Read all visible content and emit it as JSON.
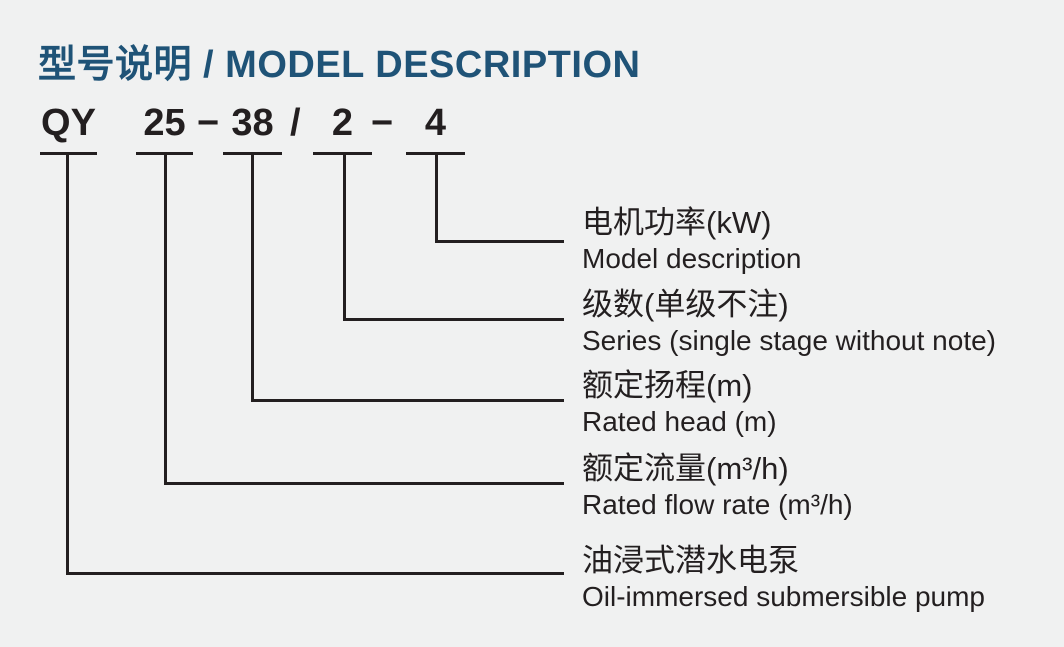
{
  "page": {
    "title": "型号说明 / MODEL DESCRIPTION"
  },
  "model_code": {
    "segments": [
      {
        "id": "pump-type",
        "text": "QY"
      },
      {
        "id": "flow-rate",
        "text": "25"
      },
      {
        "id": "rated-head",
        "text": "38"
      },
      {
        "id": "stages",
        "text": "2"
      },
      {
        "id": "power",
        "text": "4"
      }
    ],
    "separators": [
      "−",
      "/",
      "−"
    ]
  },
  "labels": [
    {
      "id": "motor-power",
      "zh": "电机功率(kW)",
      "en": "Model description"
    },
    {
      "id": "stages",
      "zh": "级数(单级不注)",
      "en": "Series (single stage without note)"
    },
    {
      "id": "rated-head",
      "zh": "额定扬程(m)",
      "en": "Rated head (m)"
    },
    {
      "id": "flow-rate",
      "zh": "额定流量(m³/h)",
      "en": "Rated flow rate (m³/h)"
    },
    {
      "id": "pump-type",
      "zh": "油浸式潜水电泵",
      "en": "Oil-immersed submersible pump"
    }
  ],
  "colors": {
    "title": "#1F5377",
    "text": "#231F20",
    "line": "#231F20",
    "background": "#F0F1F1"
  }
}
